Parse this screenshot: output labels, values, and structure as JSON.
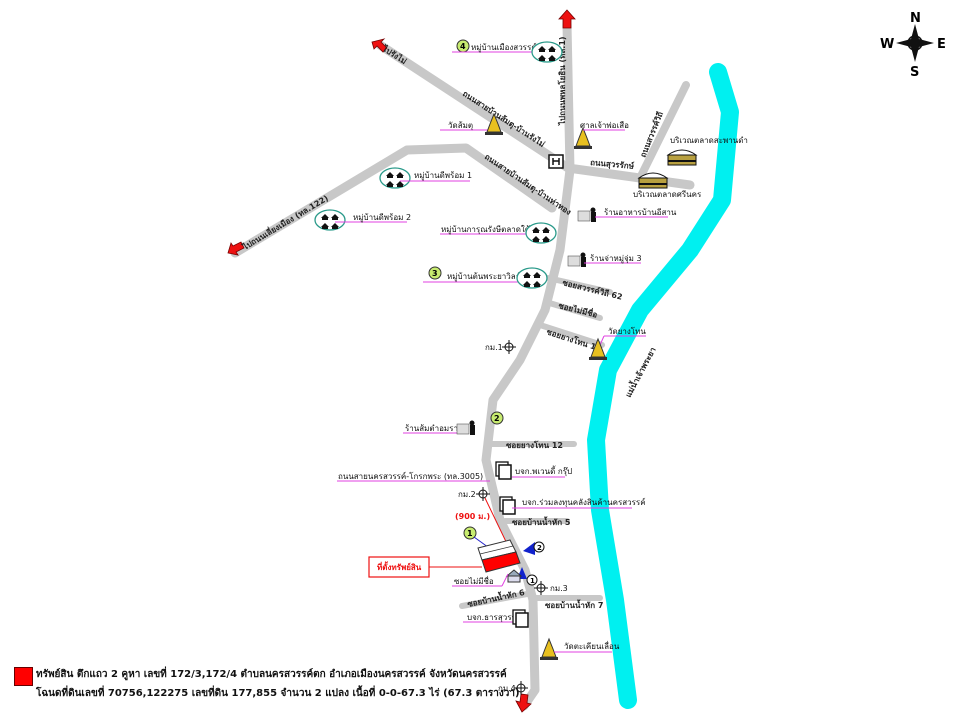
{
  "compass": {
    "n": "N",
    "s": "S",
    "e": "E",
    "w": "W"
  },
  "roads": {
    "to_rangmai": "ไปรังไม่",
    "to_phahonyothin": "ไปถนนพหลโยธิน (ทล.1)",
    "ban_somtu_rangmai": "ถนนสายบ้านส้มตุ-บ้านรังไม่",
    "ban_somtu_thathong": "ถนนสายบ้านส้มตุ-บ้านท่าทอง",
    "to_liangmueang": "ไปถนนเลี่ยงเมือง (ทล.122)",
    "surarak": "ถนนสุวรรักษ์",
    "sawanwithi": "ถนนสวรรค์วิถี",
    "soi_sawanwithi_62": "ซอยสวรรค์วิถี 62",
    "soi_no_name_top": "ซอยไม่มีชื่อ",
    "soi_yang_thon_1": "ซอยยางโทน 1",
    "soi_yang_thon_12": "ซอยยางโทน 12",
    "nakhonsawan_khokphra": "ถนนสายนครสวรรค์-โกรกพระ (ทล.3005)",
    "soi_ban_nam_hak_5": "ซอยบ้านน้ำหัก 5",
    "soi_no_name": "ซอยไม่มีชื่อ",
    "soi_ban_nam_hak_6": "ซอยบ้านน้ำหัก 6",
    "soi_ban_nam_hak_7": "ซอยบ้านน้ำหัก 7",
    "river": "แม่น้ำเจ้าพระยา"
  },
  "places": {
    "mueang_sawan": "หมู่บ้านเมืองสวรรค์",
    "wat_somtu": "วัดส้มตุ",
    "san_chao_pho_suea": "ศาลเจ้าพ่อเสือ",
    "market_1": "บริเวณตลาดสะพานดำ",
    "market_2": "บริเวณตลาดศรีนคร",
    "di_phrom_1": "หมู่บ้านดีพร้อม 1",
    "di_phrom_2": "หมู่บ้านดีพร้อม 2",
    "isan_restaurant": "ร้านอาหารบ้านอีสาน",
    "karun": "หมู่บ้านการุณรังษีตลาดใต้",
    "chamu_shop": "ร้านจ่าหมู่จุ่ม 3",
    "ton_phra": "หมู่บ้านต้นพระยาวิลล์",
    "wat_yang_thon": "วัดยางโทน",
    "somtam_shop": "ร้านส้มตำอมรา",
    "co_1": "บจก.พเวนดี้ กรุ๊ป",
    "co_2": "บจก.ร่วมลงทุนคลังสินค้านครสวรรค์",
    "co_3": "บจก.ธารสุวรรณ",
    "wat_takhian": "วัดตะเคียนเลื่อน",
    "property": "ที่ตั้งทรัพย์สิน",
    "distance": "(900 ม.)"
  },
  "km": [
    "กม.1",
    "กม.2",
    "กม.3",
    "กม.4"
  ],
  "markers": [
    "1",
    "2",
    "3",
    "4"
  ],
  "legend": {
    "line1": "ทรัพย์สิน ตึกแถว 2 คูหา เลขที่ 172/3,172/4  ตำบลนครสวรรค์ตก อำเภอเมืองนครสวรรค์ จังหวัดนครสวรรค์",
    "line2": "โฉนดที่ดินเลขที่ 70756,122275 เลขที่ดิน 177,855 จำนวน 2 แปลง เนื้อที่ 0-0-67.3  ไร่ (67.3 ตารางวา)"
  },
  "colors": {
    "river": "#00f0f0",
    "road": "#c8c8c8",
    "arrow": "#ee1111",
    "property": "#ff0000",
    "marker": "#c8ec70"
  }
}
